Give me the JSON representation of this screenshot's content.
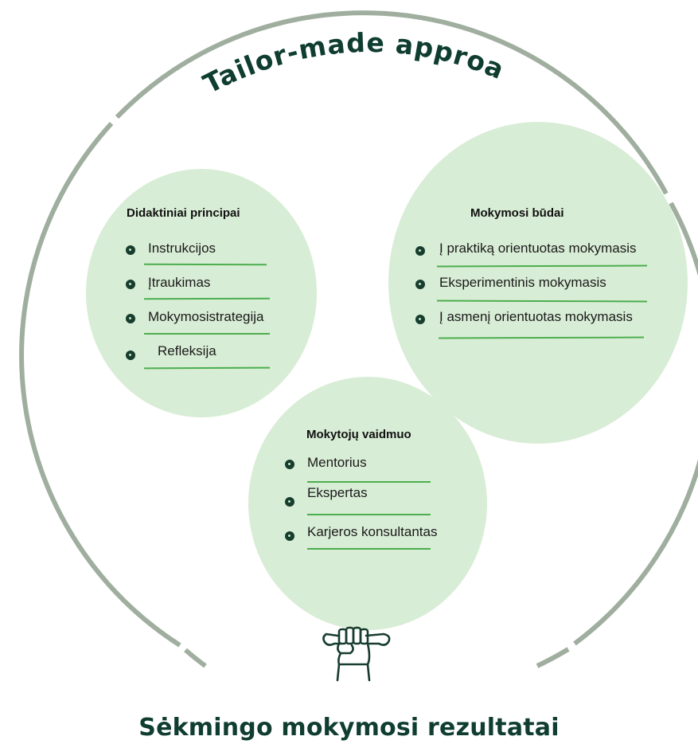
{
  "outer_title": "Tailor-made approach",
  "bottom_title": "Sėkmingo mokymosi rezultatai",
  "colors": {
    "ring": "#9fae9e",
    "bubble": "#d8edd5",
    "title": "#0f3d30",
    "bullet": "#173d2f",
    "underline": "#4cae4f"
  },
  "groups": [
    {
      "heading": "Didaktiniai principai",
      "items": [
        "Instrukcijos",
        "Įtraukimas",
        "Mokymosistrategija",
        "Refleksija"
      ]
    },
    {
      "heading": "Mokymosi būdai",
      "items": [
        "Į praktiką orientuotas mokymasis",
        "Eksperimentinis mokymasis",
        "Į asmenį orientuotas mokymasis"
      ]
    },
    {
      "heading": "Mokytojų vaidmuo",
      "items": [
        "Mentorius",
        "Ekspertas",
        "Karjeros  konsultantas"
      ]
    }
  ],
  "icon": "hand-holding-diploma-icon"
}
